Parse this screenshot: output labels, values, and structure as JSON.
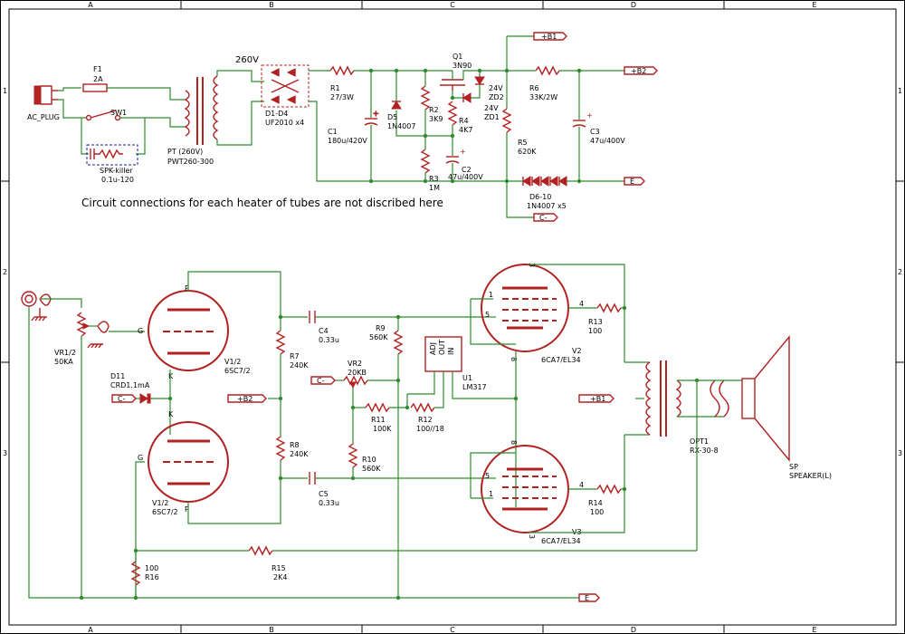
{
  "border": {
    "cols": [
      "A",
      "B",
      "C",
      "D",
      "E"
    ],
    "rows": [
      "1",
      "2",
      "3"
    ]
  },
  "power": {
    "ac_plug": "AC_PLUG",
    "f1": "F1",
    "f1_val": "2A",
    "sw1": "SW1",
    "spk_killer": "SPK-killer",
    "spk_killer_val": "0.1u-120",
    "pt": "PT (260V)",
    "pt_val": "PWT260-300",
    "v260": "260V",
    "d1": "D1-D4",
    "d1_val": "UF2010 x4",
    "r1": "R1",
    "r1_val": "27/3W",
    "c1": "C1",
    "c1_val": "180u/420V",
    "d5": "D5",
    "d5_val": "1N4007",
    "r2": "R2",
    "r2_val": "3K9",
    "r3": "R3",
    "r3_val": "1M",
    "q1": "Q1",
    "q1_val": "3N90",
    "r4": "R4",
    "r4_val": "4K7",
    "zd2": "24V",
    "zd2_lbl": "ZD2",
    "zd1": "24V",
    "zd1_lbl": "ZD1",
    "c2": "C2",
    "c2_val": "47u/400V",
    "r5": "R5",
    "r5_val": "620K",
    "r6": "R6",
    "r6_val": "33K/2W",
    "c3": "C3",
    "c3_val": "47u/400V",
    "d6": "D6-10",
    "d6_val": "1N4007 x5",
    "b1": "+B1",
    "b2": "+B2",
    "e": "E",
    "cm": "C-"
  },
  "note": "Circuit connections for each heater of tubes are not discribed here",
  "amp": {
    "vr1": "VR1/2",
    "vr1_val": "50KA",
    "g": "G",
    "p": "P",
    "k": "K",
    "v1a": "V1/2",
    "v1a_val": "6SC7/2",
    "v1b": "V1/2",
    "v1b_val": "6SC7/2",
    "d11": "D11",
    "d11_val": "CRD1.1mA",
    "cm": "C-",
    "b2": "+B2",
    "r7": "R7",
    "r7_val": "240K",
    "r8": "R8",
    "r8_val": "240K",
    "c4": "C4",
    "c4_val": "0.33u",
    "c5": "C5",
    "c5_val": "0.33u",
    "r9": "R9",
    "r9_val": "560K",
    "r10": "R10",
    "r10_val": "560K",
    "vr2": "VR2",
    "vr2_val": "20KB",
    "r11": "R11",
    "r11_val": "100K",
    "r12": "R12",
    "r12_val": "100//18",
    "u1": "U1",
    "u1_val": "LM317",
    "adj": "ADJ",
    "out": "OUT",
    "in": "IN",
    "v2": "V2",
    "v2_val": "6CA7/EL34",
    "v3": "V3",
    "v3_val": "6CA7/EL34",
    "r13": "R13",
    "r13_val": "100",
    "r14": "R14",
    "r14_val": "100",
    "opt": "OPT1",
    "opt_val": "RX-30-8",
    "b1": "+B1",
    "sp": "SP",
    "sp_val": "SPEAKER(L)",
    "r15": "R15",
    "r15_val": "2K4",
    "r16": "R16",
    "r16_val": "100",
    "e": "E",
    "pin1": "1",
    "pin3": "3",
    "pin4": "4",
    "pin5": "5",
    "pin8": "8"
  }
}
